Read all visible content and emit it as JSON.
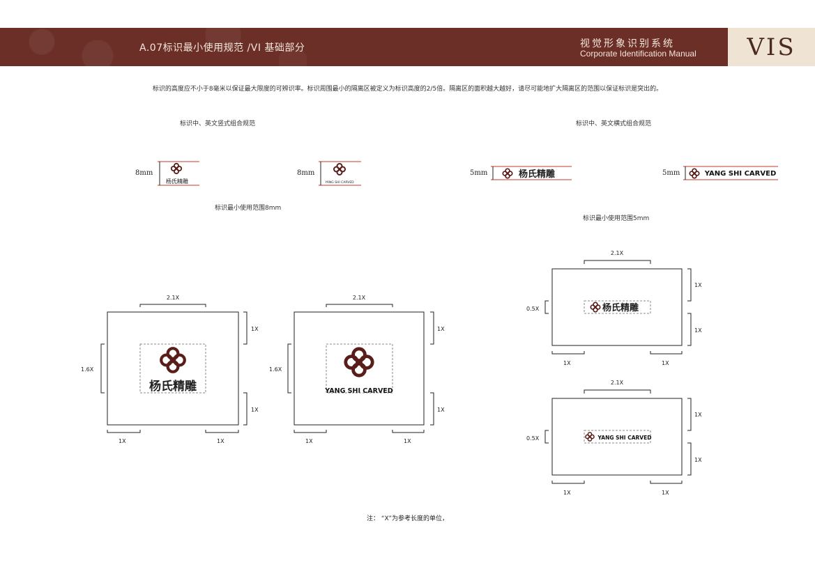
{
  "header": {
    "section_title": "A.07标识最小使用规范 /VI 基础部分",
    "brand_cn": "视觉形象识别系统",
    "brand_en": "Corporate Identification Manual",
    "vis": "VIS"
  },
  "intro_text": "标识的高度应不小于8毫米以保证最大限度的可辨识率。标识周围最小的隔离区被定义为标识高度的2/5倍。隔离区的面积越大越好，请尽可能地扩大隔离区的范围以保证标识是突出的。",
  "vertical": {
    "heading": "标识中、英文竖式组合规范",
    "size_cn": "8mm",
    "size_en": "8mm",
    "range_label": "标识最小使用范围8mm"
  },
  "horizontal": {
    "heading": "标识中、英文横式组合规范",
    "size_cn": "5mm",
    "size_en": "5mm",
    "range_label": "标识最小使用范围5mm"
  },
  "logo": {
    "cn_text": "杨氏精雕",
    "en_text": "YANG SHI CARVED",
    "color": "#5a1e1a"
  },
  "dims": {
    "top_width": "2.1X",
    "side": "1X",
    "bottom": "1X",
    "height_vertical": "1.6X",
    "height_horizontal": "0.5X"
  },
  "note": "注：  “X”为参考长度的单位，",
  "colors": {
    "banner": "#6b2f27",
    "vis_bg": "#efe3d3",
    "accent_line": "#c0392b"
  }
}
